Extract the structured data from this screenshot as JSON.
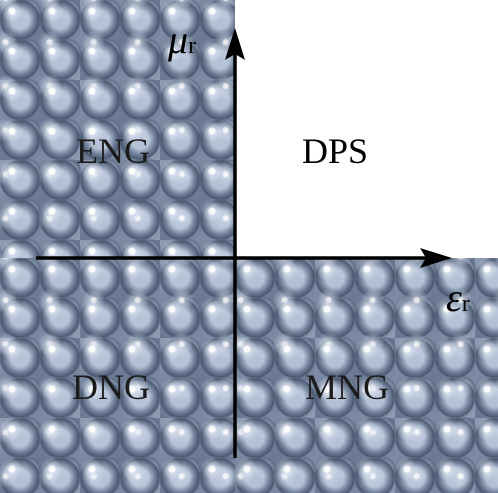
{
  "quadrants": {
    "eng": "ENG",
    "dps": "DPS",
    "dng": "DNG",
    "mng": "MNG"
  },
  "axes": {
    "y_symbol": "μ",
    "y_subscript": "r",
    "x_symbol": "ε",
    "x_subscript": "r"
  },
  "colors": {
    "texture_base": "#7f8ea6",
    "axis": "#000000",
    "background": "#ffffff"
  }
}
